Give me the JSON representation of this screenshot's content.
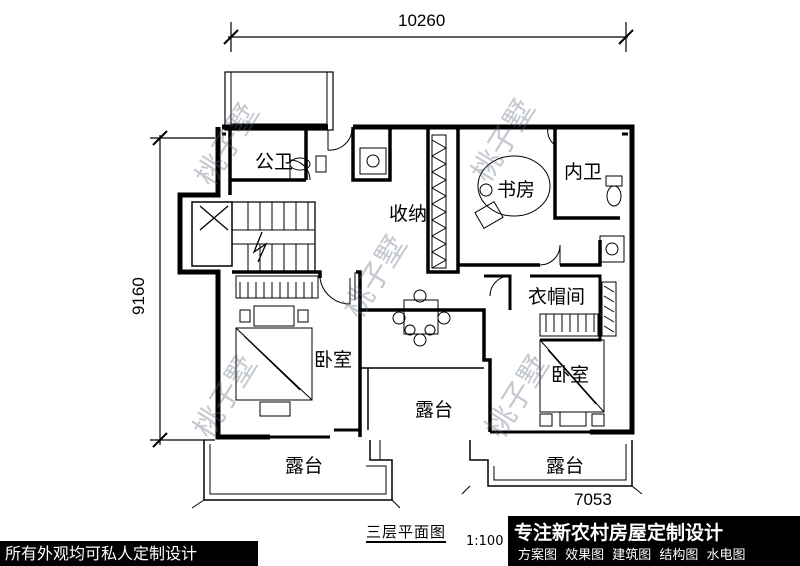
{
  "dimensions": {
    "width_total": "10260",
    "depth_total": "9160",
    "balcony_right": "7053"
  },
  "rooms": {
    "public_bath": "公卫",
    "storage": "收纳",
    "study": "书房",
    "private_bath": "内卫",
    "walk_in_closet": "衣帽间",
    "bedroom_left": "卧室",
    "bedroom_right": "卧室",
    "terrace_center": "露台",
    "terrace_left": "露台",
    "terrace_right": "露台"
  },
  "watermark": "桃子墅",
  "footer": {
    "left_note": "所有外观均可私人定制设计",
    "plan_title": "三层平面图",
    "scale": "1:100",
    "slogan": "专注新农村房屋定制设计",
    "services": "方案图 效果图 建筑图 结构图 水电图"
  }
}
